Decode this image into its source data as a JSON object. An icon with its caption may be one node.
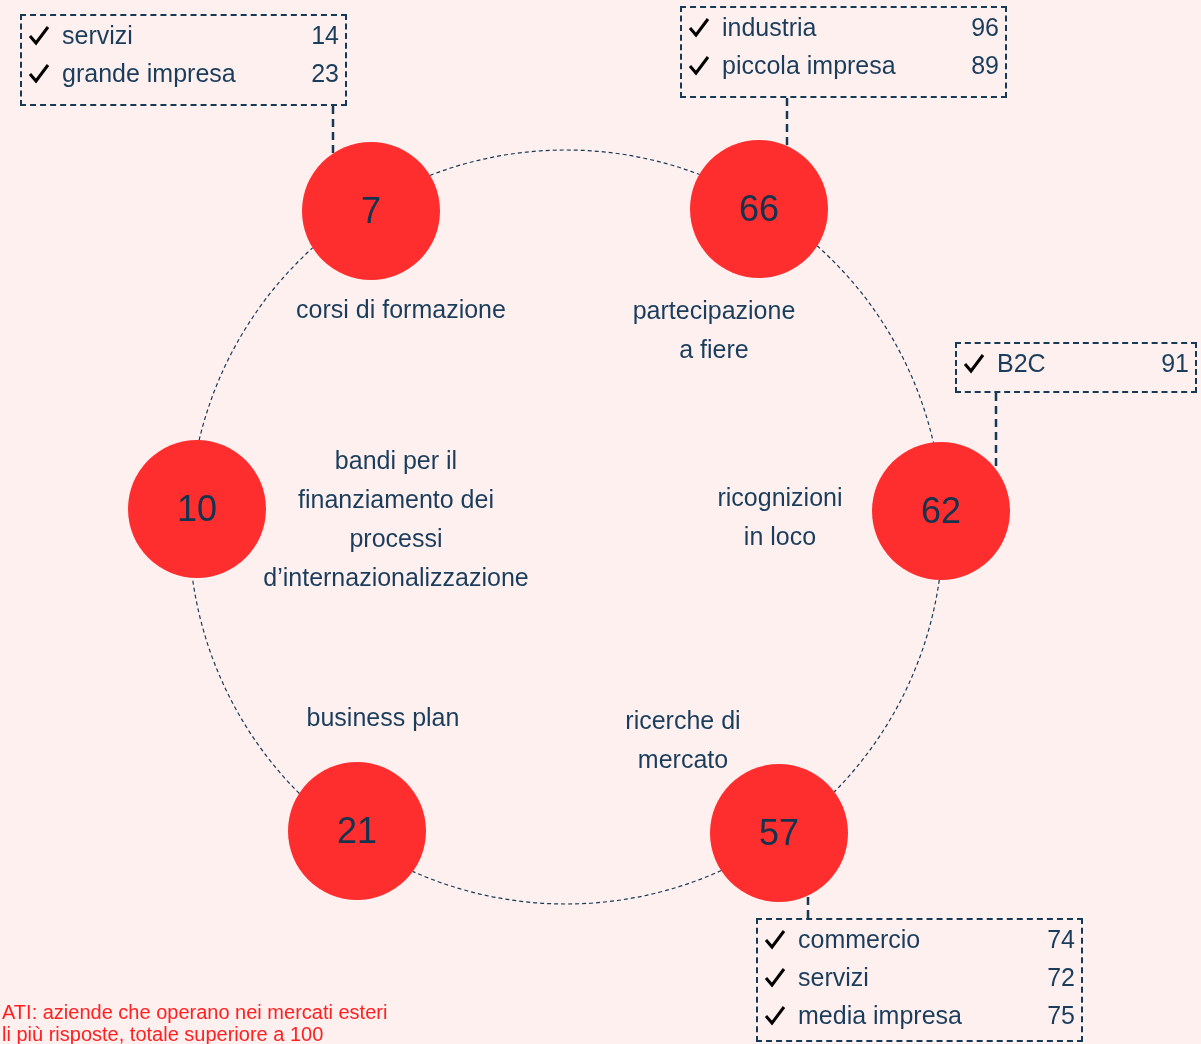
{
  "diagram": {
    "nodes": [
      {
        "text": [
          "servizi",
          "14",
          "grande impresa",
          "23"
        ]
      },
      {
        "text": [
          "7"
        ],
        "beside": [
          "corsi di formazione"
        ]
      },
      {
        "text": [
          "industria",
          "96",
          "piccola impresa",
          "89"
        ]
      },
      {
        "text": [
          "66"
        ],
        "beside": [
          "partecipazione a fiere"
        ]
      },
      {
        "text": [
          "B2C",
          "91"
        ]
      },
      {
        "text": [
          "10"
        ],
        "beside": [
          "bandi per il finanziamento dei processi d’internazionalizzazione"
        ]
      },
      {
        "text": [
          "62"
        ],
        "beside": [
          "ricognizioni in loco"
        ]
      },
      {
        "text": [
          "21"
        ],
        "beside": [
          "business plan"
        ]
      },
      {
        "text": [
          "57"
        ],
        "beside": [
          "ricerche di mercato"
        ]
      },
      {
        "text": [
          "commercio",
          "74",
          "servizi",
          "72",
          "media impresa",
          "75"
        ]
      }
    ],
    "edges": [
      {
        "from": 1,
        "to": 3,
        "arrow": "none",
        "style": "dashed"
      },
      {
        "from": 3,
        "to": 6,
        "arrow": "none",
        "style": "dashed"
      },
      {
        "from": 6,
        "to": 8,
        "arrow": "none",
        "style": "dashed"
      },
      {
        "from": 8,
        "to": 7,
        "arrow": "none",
        "style": "dashed"
      },
      {
        "from": 7,
        "to": 5,
        "arrow": "none",
        "style": "dashed"
      },
      {
        "from": 5,
        "to": 1,
        "arrow": "none",
        "style": "dashed"
      },
      {
        "from": 0,
        "to": 1,
        "arrow": "none",
        "style": "dashed"
      },
      {
        "from": 2,
        "to": 3,
        "arrow": "none",
        "style": "dashed"
      },
      {
        "from": 4,
        "to": 6,
        "arrow": "none",
        "style": "dashed"
      },
      {
        "from": 9,
        "to": 8,
        "arrow": "none",
        "style": "dashed"
      }
    ],
    "labels": [
      "ATI: aziende che operano nei  mercati esteri",
      "li più risposte, totale superiore a 100"
    ]
  }
}
